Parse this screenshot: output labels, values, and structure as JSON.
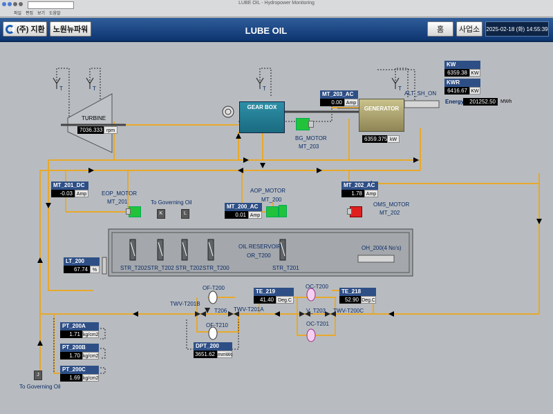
{
  "window": {
    "title": "LUBE OIL - Hydropower Monitoring",
    "menu": [
      "파일",
      "편집",
      "보기",
      "도움말"
    ]
  },
  "header": {
    "company": "(주) 지환",
    "partner": "노원뉴파워",
    "title": "LUBE OIL",
    "home_label": "홈",
    "site_label": "사업소",
    "datetime": "2025-02-18 (화) 14:55:39"
  },
  "power": {
    "kw": {
      "name": "KW",
      "value": "6359.38",
      "unit": "KW"
    },
    "kwr": {
      "name": "KWR",
      "value": "6416.67",
      "unit": "KW"
    },
    "energy": {
      "name": "Energy",
      "value": "201252.50",
      "unit": "MWh"
    }
  },
  "equipment": {
    "turbine": {
      "label": "TURBINE",
      "value": "7036.333",
      "unit": "rpm"
    },
    "gearbox": {
      "label": "GEAR BOX"
    },
    "generator": {
      "label": "GENERATOR",
      "value": "6359.375",
      "unit": "kW"
    },
    "alt_sh_on": "ALT_SH_ON",
    "bg_motor": "BG_MOTOR",
    "mt_203": "MT_203",
    "eop_motor": "EOP_MOTOR",
    "mt_201": "MT_201",
    "aop_motor": "AOP_MOTOR",
    "mt_200": "MT_200",
    "oms_motor": "OMS_MOTOR",
    "mt_202": "MT_202",
    "to_governing_oil": "To Governing Oil",
    "reservoir": "OIL RESERVOIR",
    "reservoir_tag": "OR_T200",
    "oh_200": "OH_200(4 No's)",
    "str_t202": "STR_T202",
    "str_t200": "STR_T200",
    "str_t201": "STR_T201",
    "box_k": "K",
    "box_l": "L",
    "box_j": "J",
    "t_label": "T",
    "of_t200": "OF-T200",
    "of_t210": "OF-T210",
    "t206": "T206",
    "twv_t201b": "TWV-T201B",
    "twv_t201a": "TWV-T201A",
    "oc_t200": "OC-T200",
    "oc_t201": "OC-T201",
    "v_t203": "V_T203",
    "twv_t200c": "TWV-T200C"
  },
  "tags": {
    "mt_203_ac": {
      "name": "MT_203_AC",
      "value": "0.00",
      "unit": "Amp"
    },
    "mt_201_dc": {
      "name": "MT_201_DC",
      "value": "-0.03",
      "unit": "Amp"
    },
    "mt_200_ac": {
      "name": "MT_200_AC",
      "value": "0.01",
      "unit": "Amp"
    },
    "mt_202_ac": {
      "name": "MT_202_AC",
      "value": "1.78",
      "unit": "Amp"
    },
    "lt_200": {
      "name": "LT_200",
      "value": "67.74",
      "unit": "%"
    },
    "te_219": {
      "name": "TE_219",
      "value": "41.40",
      "unit": "Deg.C"
    },
    "te_218": {
      "name": "TE_218",
      "value": "52.90",
      "unit": "Deg.C"
    },
    "dpt_200": {
      "name": "DPT_200",
      "value": "3651.62",
      "unit": "mmWc"
    },
    "pt_200a": {
      "name": "PT_200A",
      "value": "1.71",
      "unit": "kg/cm2"
    },
    "pt_200b": {
      "name": "PT_200B",
      "value": "1.70",
      "unit": "kg/cm2"
    },
    "pt_200c": {
      "name": "PT_200C",
      "value": "1.69",
      "unit": "kg/cm2"
    }
  },
  "colors": {
    "pipe": "#e8a82a",
    "motor_on": "#22c33a",
    "motor_off": "#e02020",
    "tag_header": "#2e4f86"
  }
}
